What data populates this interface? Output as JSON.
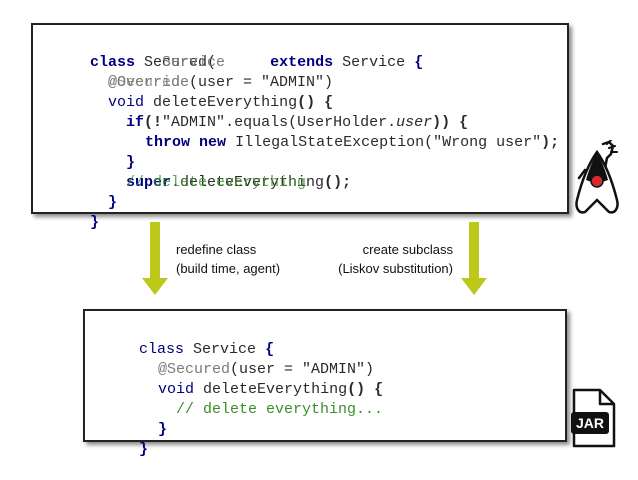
{
  "top_code": {
    "l1": {
      "kw_class": "class",
      "proxy_name": "Secured",
      "paren": "(",
      "service": "Service",
      "kw_extends": "extends",
      "brace": "{"
    },
    "l1_overlay_service": "Service",
    "l2": {
      "override": "@Override",
      "secured": "@Secured",
      "arg": "(user = \"ADMIN\")"
    },
    "l3": {
      "kw_void": "void",
      "method": "deleteEverything",
      "sig": "() {"
    },
    "l4": {
      "kw_if": "if",
      "open": "(!",
      "admin": "\"ADMIN\"",
      "equals": ".equals(",
      "holder": "UserHolder.",
      "user": "user",
      "close": ")) {"
    },
    "l5": {
      "kw_throw": "throw",
      "kw_new": "new",
      "ex": "IllegalStateException(",
      "msg": "\"Wrong user\"",
      "end": ");"
    },
    "l6": {
      "brace": "}"
    },
    "l7": {
      "kw_super": "super",
      "call": ".deleteEverything",
      "end": "();",
      "comment": "// delete everything"
    },
    "l8": {
      "brace": "}"
    },
    "l9": {
      "brace": "}"
    }
  },
  "bottom_code": {
    "l1": {
      "kw_class": "class",
      "name": "Service",
      "brace": "{"
    },
    "l2": {
      "ann": "@Secured",
      "arg": "(user = \"ADMIN\")"
    },
    "l3": {
      "kw_void": "void",
      "method": "deleteEverything",
      "sig": "() {"
    },
    "l4": {
      "comment": "// delete everything..."
    },
    "l5": {
      "brace": "}"
    },
    "l6": {
      "brace": "}"
    }
  },
  "labels": {
    "redefine_line1": "redefine class",
    "redefine_line2": "(build time, agent)",
    "subclass_line1": "create subclass",
    "subclass_line2": "(Liskov substitution)"
  },
  "icons": {
    "mascot": "duke-mascot-icon",
    "jar": "jar-file-icon",
    "jar_label": "JAR"
  },
  "colors": {
    "arrow": "#bcc81a",
    "keyword": "#000080",
    "comment": "#3a8f2a",
    "annotation": "#7a7a7a"
  }
}
